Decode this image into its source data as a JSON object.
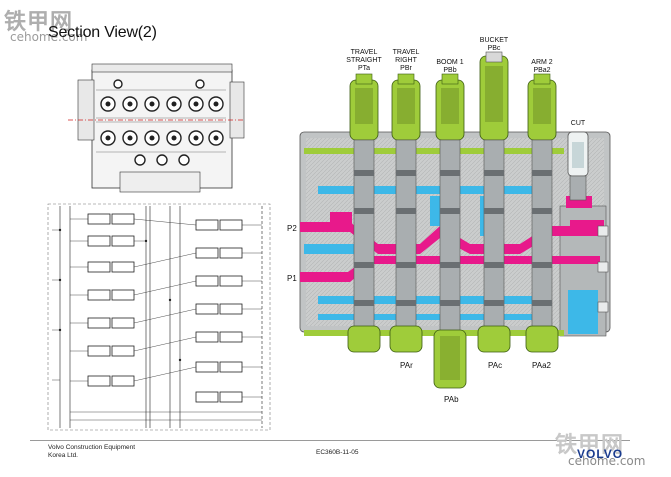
{
  "watermark": {
    "top_left": "铁甲网",
    "top_left_sub": "cehome.com",
    "bottom_right": "铁甲网",
    "bottom_right_sub": "cehome.com"
  },
  "title": "Section View(2)",
  "spools": [
    {
      "top_label": "TRAVEL\nSTRAIGHT\nPTa",
      "bottom_label": ""
    },
    {
      "top_label": "TRAVEL\nRIGHT\nPBr",
      "bottom_label": "PAr"
    },
    {
      "top_label": "BOOM 1\nPBb",
      "bottom_label": "PAb"
    },
    {
      "top_label": "BUCKET\nPBc",
      "bottom_label": "PAc"
    },
    {
      "top_label": "ARM 2\nPBa2",
      "bottom_label": "PAa2"
    }
  ],
  "cut_label": "CUT",
  "port_p2": "P2",
  "port_p1": "P1",
  "footer": {
    "company": "Volvo Construction Equipment\nKorea Ltd.",
    "doc_code": "EC360B-11-05",
    "logo": "VOLVO"
  },
  "colors": {
    "green": "#9fcc3a",
    "magenta": "#e8198b",
    "cyan": "#3db8e8",
    "body_gray": "#b9bcbd",
    "dark_gray": "#6a6f72",
    "blue_logo": "#1b3c8e"
  }
}
